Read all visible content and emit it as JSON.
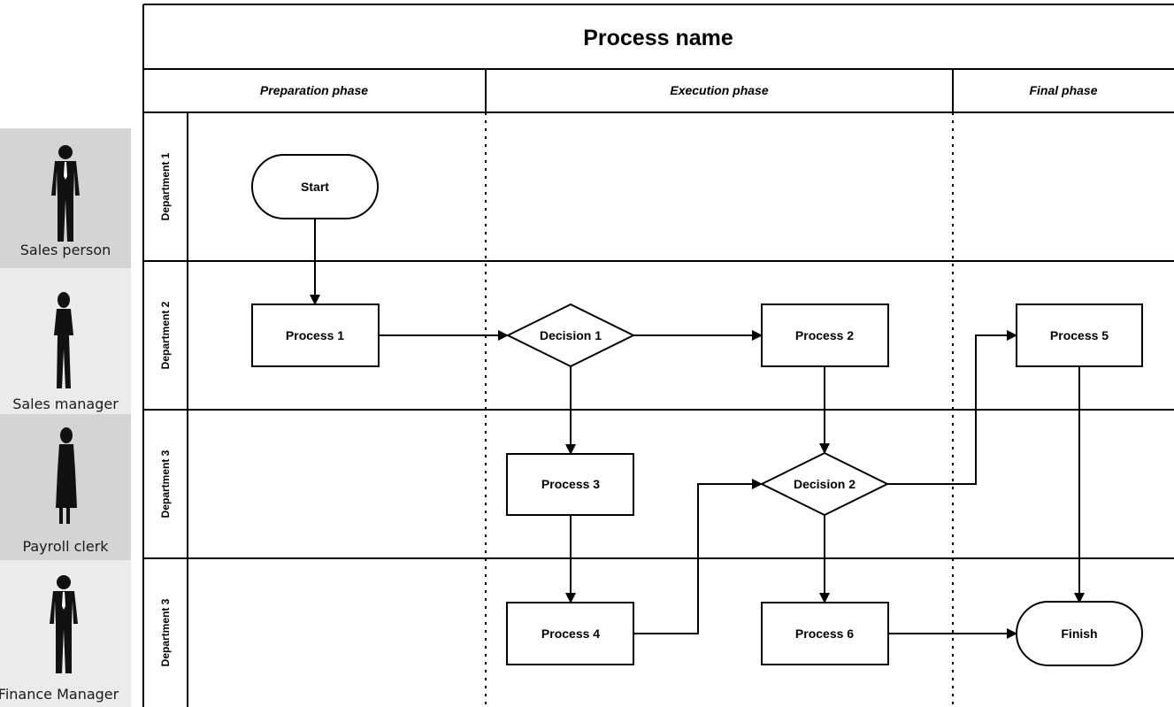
{
  "process_name": "Process name",
  "phases": [
    "Preparation phase",
    "Execution phase",
    "Final phase"
  ],
  "departments": [
    "Department 1",
    "Department 2",
    "Department 3",
    "Department 3"
  ],
  "roles": [
    "Sales person",
    "Sales manager",
    "Payroll clerk",
    "Finance Manager"
  ],
  "nodes": {
    "start": "Start",
    "process1": "Process 1",
    "decision1": "Decision 1",
    "process2": "Process 2",
    "process5": "Process 5",
    "process3": "Process 3",
    "decision2": "Decision 2",
    "process4": "Process 4",
    "process6": "Process 6",
    "finish": "Finish"
  },
  "colors": {
    "role_panel_dark": "#d4d4d4",
    "role_panel_light": "#ebebeb",
    "line": "#000000"
  }
}
